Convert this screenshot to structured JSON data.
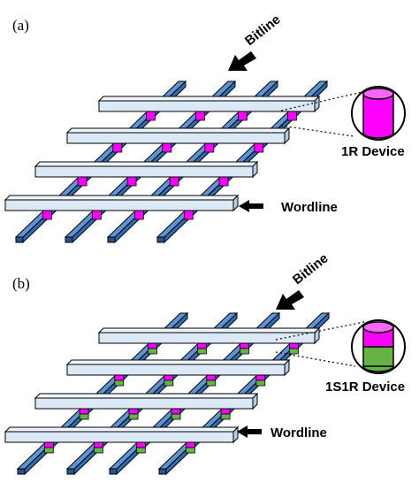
{
  "panels": [
    {
      "label": "(a)",
      "bitline_label": "Bitline",
      "wordline_label": "Wordline",
      "device_label": "1R Device",
      "device_type": "1R"
    },
    {
      "label": "(b)",
      "bitline_label": "Bitline",
      "wordline_label": "Wordline",
      "device_label": "1S1R Device",
      "device_type": "1S1R"
    }
  ],
  "colors": {
    "bitline_top": "#5f93d2",
    "bitline_side": "#2e6db4",
    "bitline_end": "#24558f",
    "wordline_face": "#dbe8f5",
    "wordline_top": "#eef5fc",
    "wordline_end": "#b5cde6",
    "resistor": "#ff00ff",
    "selector": "#66b245",
    "outline": "#000000"
  }
}
